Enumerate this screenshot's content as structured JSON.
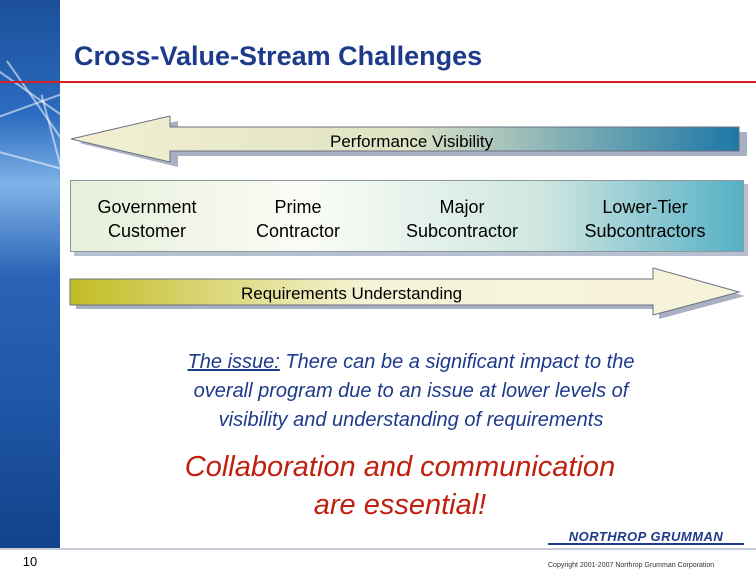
{
  "slide": {
    "title": "Cross-Value-Stream Challenges",
    "page_number": "10",
    "copyright": "Copyright 2001-2007 Northrop Grumman Corporation",
    "logo_text": "NORTHROP GRUMMAN"
  },
  "arrows": {
    "top_label": "Performance Visibility",
    "bottom_label": "Requirements Understanding"
  },
  "entities": [
    {
      "line1": "Government",
      "line2": "Customer"
    },
    {
      "line1": "Prime",
      "line2": "Contractor"
    },
    {
      "line1": "Major",
      "line2": "Subcontractor"
    },
    {
      "line1": "Lower-Tier",
      "line2": "Subcontractors"
    }
  ],
  "issue": {
    "lead": "The issue:",
    "line1_rest": " There can be a significant impact to the",
    "line2": "overall program due to an issue at lower levels of",
    "line3": "visibility and understanding of requirements"
  },
  "collaboration": {
    "line1": "Collaboration and communication",
    "line2": "are essential!"
  },
  "colors": {
    "title": "#1e3a8a",
    "accent_red": "#c0200f",
    "rule_red": "#d61f26",
    "sidebar_blue": "#1f56a6"
  }
}
